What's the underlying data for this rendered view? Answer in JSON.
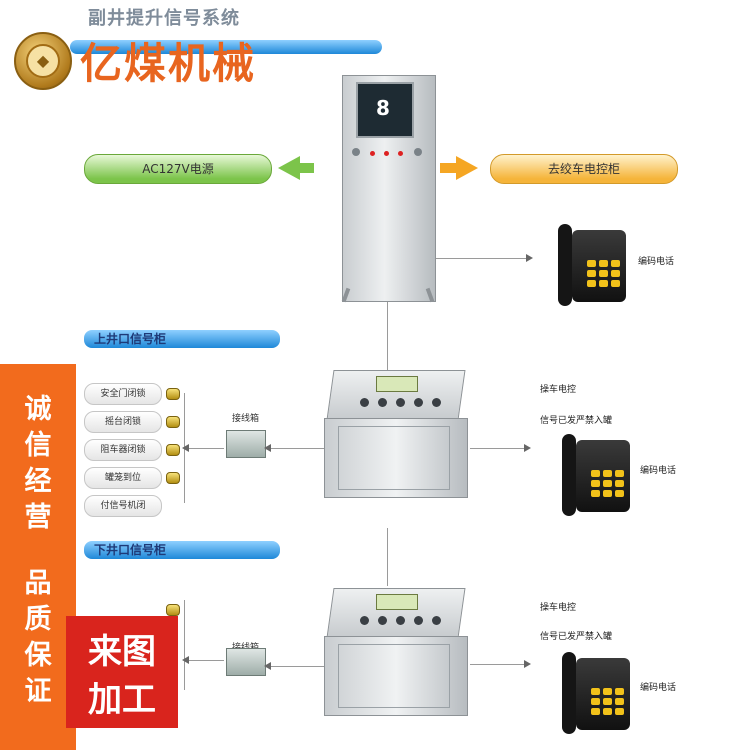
{
  "header": {
    "title": "副井提升信号系统",
    "brand": "亿煤机械"
  },
  "power": {
    "source_label": "AC127V电源",
    "winch_label": "去绞车电控柜"
  },
  "main_cabinet": {
    "display_digit": "8",
    "phone_label": "编码电话"
  },
  "upper_section": {
    "title": "上井口信号柜",
    "junction_label": "接线箱",
    "interlocks": [
      "安全门闭锁",
      "摇台闭锁",
      "阻车器闭锁",
      "罐笼到位",
      "付信号机闭"
    ],
    "right_labels": [
      "操车电控",
      "信号已发严禁入罐"
    ],
    "phone_label": "编码电话"
  },
  "lower_section": {
    "title": "下井口信号柜",
    "junction_label": "接线箱",
    "right_labels": [
      "操车电控",
      "信号已发严禁入罐"
    ],
    "phone_label": "编码电话"
  },
  "watermark": {
    "side_lines": [
      "诚",
      "信",
      "经",
      "营",
      "品",
      "质",
      "保",
      "证"
    ],
    "stamp_lines": [
      "来图",
      "加工"
    ]
  },
  "colors": {
    "brand_orange": "#e8651f",
    "stamp_red": "#d9241d",
    "accent_blue": "#1e88d8",
    "power_green": "#7cc44a",
    "winch_orange": "#f5a623"
  }
}
